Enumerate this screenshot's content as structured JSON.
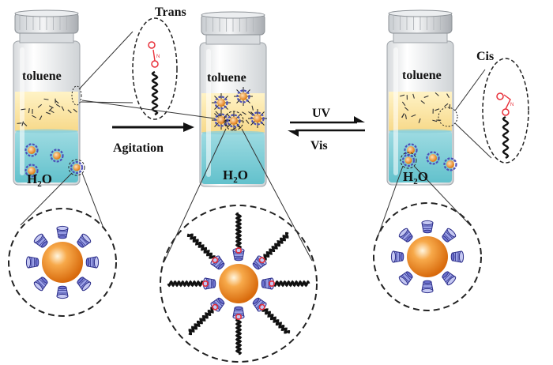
{
  "labels": {
    "trans": "Trans",
    "cis": "Cis",
    "toluene": "toluene",
    "water_main": "H",
    "water_sub": "2",
    "water_tail": "O",
    "agitation": "Agitation",
    "uv": "UV",
    "vis": "Vis"
  },
  "colors": {
    "toluene_layer": "#fbe39a",
    "water_layer": "#7ccfd8",
    "nanoparticle": "#f08a1c",
    "cyclodextrin": "#4b4fb8",
    "azo_head": "#e8303a",
    "chain": "#111111"
  }
}
